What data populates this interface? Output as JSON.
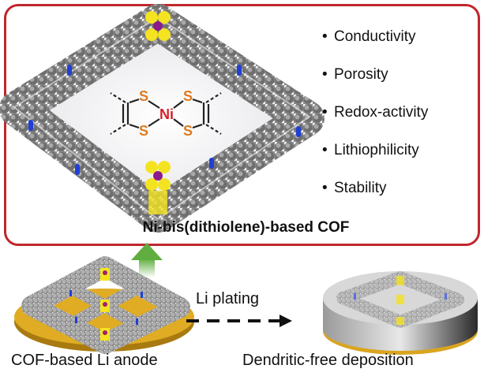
{
  "properties": [
    "Conductivity",
    "Porosity",
    "Redox-activity",
    "Lithiophilicity",
    "Stability"
  ],
  "bullet_symbol": "•",
  "framework_title": "Ni-bis(dithiolene)-based COF",
  "structure": {
    "metal": "Ni",
    "ligand_atom": "S"
  },
  "process_label": "Li plating",
  "left_caption": "COF-based Li anode",
  "right_caption": "Dendritic-free deposition",
  "colors": {
    "frame": "#c0262d",
    "arrow": "#5fae3f",
    "gold": "#d9a520",
    "nickel": "#d4202a",
    "sulfur": "#e07a1e"
  }
}
